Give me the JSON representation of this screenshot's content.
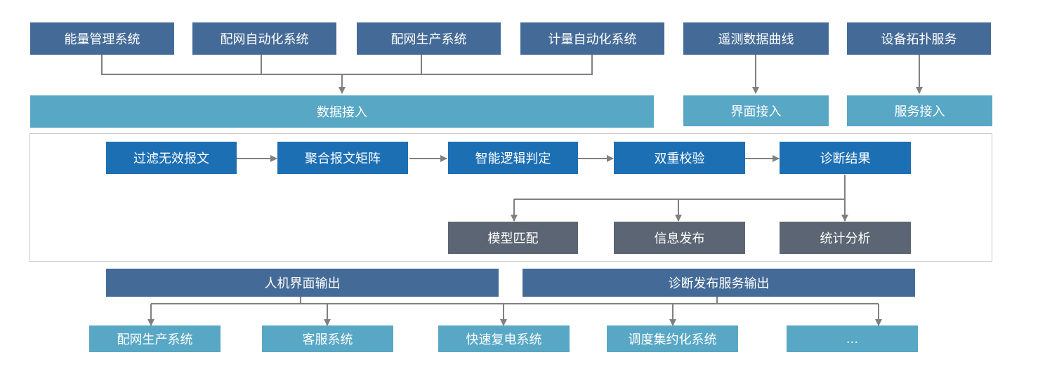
{
  "sources": {
    "energy": "能量管理系统",
    "dist_auto": "配网自动化系统",
    "dist_prod": "配网生产系统",
    "metering": "计量自动化系统",
    "telemetry": "遥测数据曲线",
    "topology": "设备拓扑服务"
  },
  "access": {
    "data": "数据接入",
    "ui": "界面接入",
    "service": "服务接入"
  },
  "pipeline": {
    "filter": "过滤无效报文",
    "aggregate": "聚合报文矩阵",
    "logic": "智能逻辑判定",
    "verify": "双重校验",
    "result": "诊断结果"
  },
  "analysis": {
    "model": "模型匹配",
    "publish": "信息发布",
    "stats": "统计分析"
  },
  "outputs": {
    "hmi": "人机界面输出",
    "service": "诊断发布服务输出"
  },
  "targets": {
    "dist_prod": "配网生产系统",
    "customer": "客服系统",
    "restore": "快速复电系统",
    "dispatch": "调度集约化系统",
    "more": "..."
  },
  "colors": {
    "source": "#446b97",
    "access": "#58a7c5",
    "process": "#1d6fb4",
    "analysis": "#5c6573",
    "connector": "#808080"
  }
}
